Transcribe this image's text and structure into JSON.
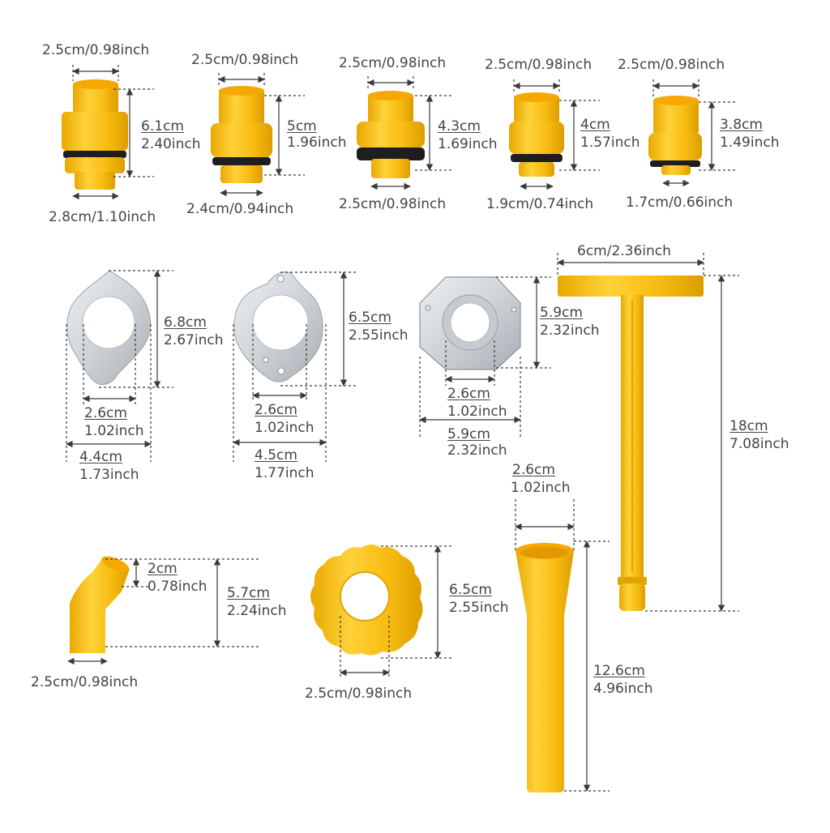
{
  "colors": {
    "plastic": "#f9bf16",
    "plastic_light": "#ffd24a",
    "plastic_dark": "#e0a400",
    "plastic_inner": "#f6a800",
    "rubber": "#1e1e1e",
    "metal": "#d3d7db",
    "metal_dark": "#9ba1a7",
    "dimension": "#3a3a3a",
    "label": "#444444"
  },
  "adapters": [
    {
      "top": "2.5cm/0.98inch",
      "height_cm": "6.1cm",
      "height_in": "2.40inch",
      "bottom": "2.8cm/1.10inch"
    },
    {
      "top": "2.5cm/0.98inch",
      "height_cm": "5cm",
      "height_in": "1.96inch",
      "bottom": "2.4cm/0.94inch"
    },
    {
      "top": "2.5cm/0.98inch",
      "height_cm": "4.3cm",
      "height_in": "1.69inch",
      "bottom": "2.5cm/0.98inch"
    },
    {
      "top": "2.5cm/0.98inch",
      "height_cm": "4cm",
      "height_in": "1.57inch",
      "bottom": "1.9cm/0.74inch"
    },
    {
      "top": "2.5cm/0.98inch",
      "height_cm": "3.8cm",
      "height_in": "1.49inch",
      "bottom": "1.7cm/0.66inch"
    }
  ],
  "plates": [
    {
      "height_cm": "6.8cm",
      "height_in": "2.67inch",
      "hole_cm": "2.6cm",
      "hole_in": "1.02inch",
      "width_cm": "4.4cm",
      "width_in": "1.73inch"
    },
    {
      "height_cm": "6.5cm",
      "height_in": "2.55inch",
      "hole_cm": "2.6cm",
      "hole_in": "1.02inch",
      "width_cm": "4.5cm",
      "width_in": "1.77inch"
    },
    {
      "height_cm": "5.9cm",
      "height_in": "2.32inch",
      "hole_cm": "2.6cm",
      "hole_in": "1.02inch",
      "width_cm": "5.9cm",
      "width_in": "2.32inch"
    }
  ],
  "t_wrench": {
    "width": "6cm/2.36inch",
    "height_cm": "18cm",
    "height_in": "7.08inch"
  },
  "elbow": {
    "top_cm": "2cm",
    "top_in": "0.78inch",
    "height_cm": "5.7cm",
    "height_in": "2.24inch",
    "bottom": "2.5cm/0.98inch"
  },
  "knob": {
    "height_cm": "6.5cm",
    "height_in": "2.55inch",
    "hole": "2.5cm/0.98inch"
  },
  "tube": {
    "top_cm": "2.6cm",
    "top_in": "1.02inch",
    "height_cm": "12.6cm",
    "height_in": "4.96inch"
  }
}
